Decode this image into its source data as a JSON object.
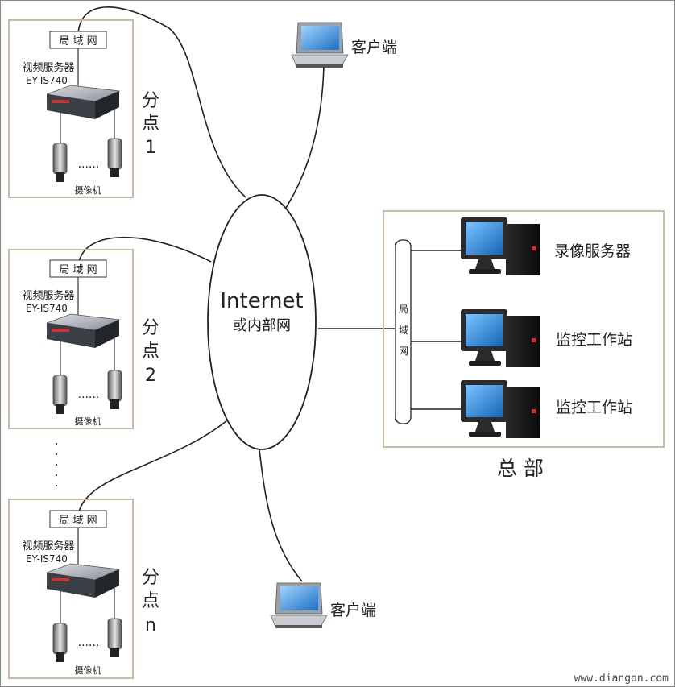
{
  "branches": [
    {
      "lan_label": "局 域 网",
      "server_name": "视频服务器",
      "server_model": "EY-IS740",
      "camera_label": "摄像机",
      "branch_label": [
        "分",
        "点",
        "1"
      ]
    },
    {
      "lan_label": "局 域 网",
      "server_name": "视频服务器",
      "server_model": "EY-IS740",
      "camera_label": "摄像机",
      "branch_label": [
        "分",
        "点",
        "2"
      ]
    },
    {
      "lan_label": "局 域 网",
      "server_name": "视频服务器",
      "server_model": "EY-IS740",
      "camera_label": "摄像机",
      "branch_label": [
        "分",
        "点",
        "n"
      ]
    }
  ],
  "network": {
    "line1": "Internet",
    "line2": "或内部网"
  },
  "clients": [
    {
      "label": "客户端"
    },
    {
      "label": "客户端"
    }
  ],
  "headquarters": {
    "title": "总 部",
    "lan_label": [
      "局",
      "域",
      "网"
    ],
    "computers": [
      {
        "label": "录像服务器"
      },
      {
        "label": "监控工作站"
      },
      {
        "label": "监控工作站"
      }
    ]
  },
  "watermark": "www.diangon.com",
  "colors": {
    "frame": "#cdb9a6",
    "line": "#222222",
    "screen": "#2c88d6",
    "tower": "#1c1c1c",
    "server_body": "#3a3f46"
  }
}
